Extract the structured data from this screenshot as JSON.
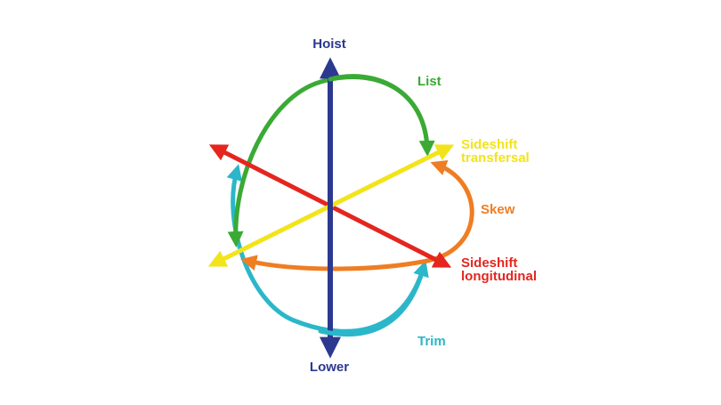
{
  "labels": {
    "hoist": "Hoist",
    "lower": "Lower",
    "list": "List",
    "sideshift_transfersal_1": "Sideshift",
    "sideshift_transfersal_2": "transfersal",
    "skew": "Skew",
    "sideshift_longitudinal_1": "Sideshift",
    "sideshift_longitudinal_2": "longitudinal",
    "trim": "Trim"
  },
  "colors": {
    "hoist_lower": "#2b3990",
    "list": "#3aaa35",
    "sideshift_transfersal": "#f2e41a",
    "skew": "#ef7d22",
    "sideshift_longitudinal": "#e4261f",
    "trim": "#2bb7c9"
  }
}
